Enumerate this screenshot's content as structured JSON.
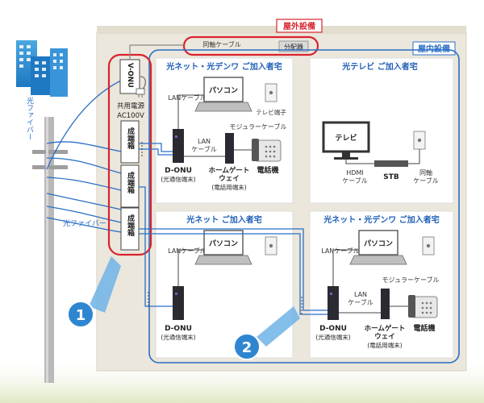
{
  "labels": {
    "outdoor_equipment": "屋外設備",
    "indoor_equipment": "屋内設備",
    "coax_cable": "同軸ケーブル",
    "distributor": "分配器",
    "v_onu": "V-ONU",
    "power_supply_line1": "共用電源",
    "power_supply_line2": "AC100V",
    "optical_fiber_top": "光ファイバー",
    "optical_fiber_bottom": "光ファイバー",
    "termination_box": "成端箱",
    "marker_1": "1",
    "marker_2": "2"
  },
  "rooms": {
    "room_a": {
      "title": "光ネット・光デンワ ご加入者宅",
      "lan_cable_top": "LANケーブル",
      "pc": "パソコン",
      "tv_outlet": "テレビ端子",
      "modular_cable": "モジュラーケーブル",
      "lan_cable_mid_1": "LAN",
      "lan_cable_mid_2": "ケーブル",
      "donu": "D-ONU",
      "donu_sub": "(光通信端末)",
      "home_gateway_1": "ホームゲート",
      "home_gateway_2": "ウェイ",
      "home_gateway_sub": "(電話用端末)",
      "phone": "電話機"
    },
    "room_b": {
      "title": "光テレビ ご加入者宅",
      "tv": "テレビ",
      "hdmi_1": "HDMI",
      "hdmi_2": "ケーブル",
      "stb": "STB",
      "coax_1": "同軸",
      "coax_2": "ケーブル"
    },
    "room_c": {
      "title": "光ネット ご加入者宅",
      "lan_cable": "LANケーブル",
      "pc": "パソコン",
      "donu": "D-ONU",
      "donu_sub": "(光通信端末)"
    },
    "room_d": {
      "title": "光ネット・光デンワ ご加入者宅",
      "lan_cable_top": "LANケーブル",
      "pc": "パソコン",
      "modular_cable": "モジュラーケーブル",
      "lan_cable_mid_1": "LAN",
      "lan_cable_mid_2": "ケーブル",
      "donu": "D-ONU",
      "donu_sub": "(光通信端末)",
      "home_gateway_1": "ホームゲート",
      "home_gateway_2": "ウェイ",
      "home_gateway_sub": "(電話用端末)",
      "phone": "電話機"
    }
  },
  "colors": {
    "building_bg": "#ebe7dc",
    "room_bg": "#ffffff",
    "blue_line": "#2b6fc6",
    "red_line": "#d9232e",
    "title_blue": "#1f5fb8",
    "marker_blue": "#2f86d0",
    "device_dark": "#2a2a33",
    "ground_green": "#dfe8c4"
  }
}
